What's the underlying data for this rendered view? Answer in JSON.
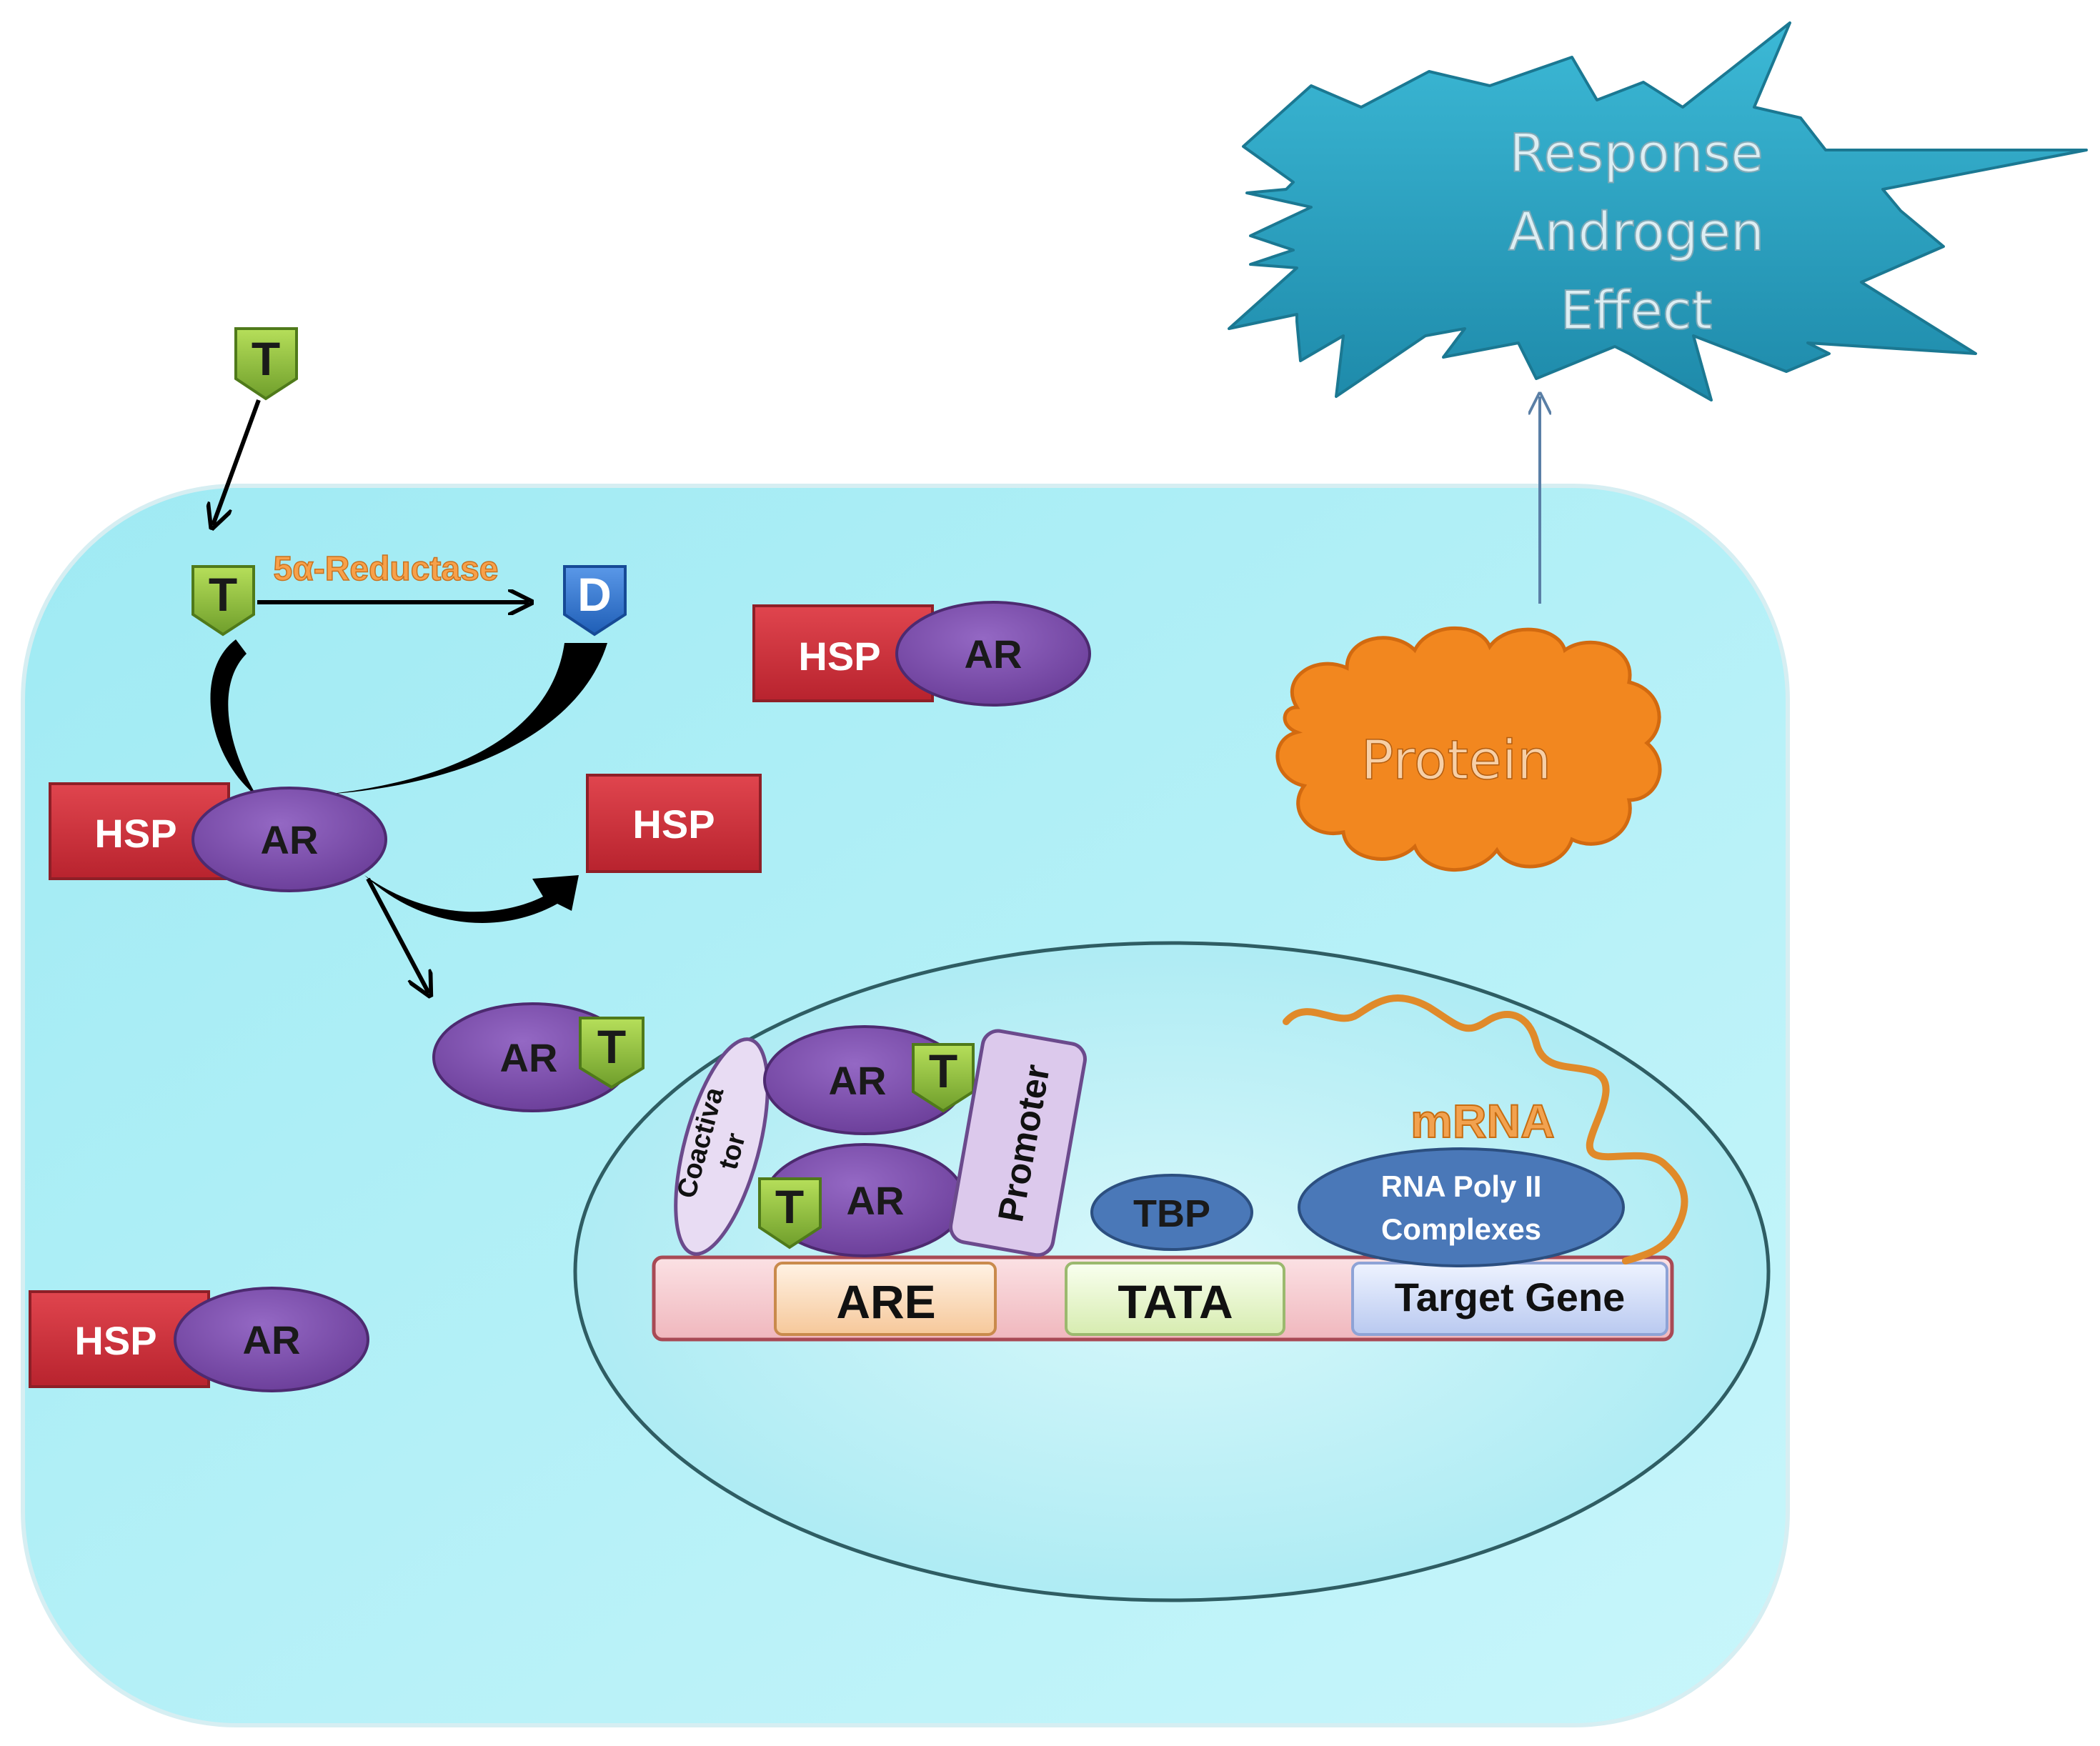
{
  "burst": {
    "line1": "Response",
    "line2": "Androgen",
    "line3": "Effect"
  },
  "enzyme": "5α-Reductase",
  "testosterone": "T",
  "dht": "D",
  "hsp": "HSP",
  "ar": "AR",
  "protein": "Protein",
  "nucleus": {
    "coactivator_line1": "Coactiva",
    "coactivator_line2": "tor",
    "promoter": "Promoter",
    "tbp": "TBP",
    "rna_pol_line1": "RNA Poly II",
    "rna_pol_line2": "Complexes",
    "mrna": "mRNA",
    "dna": {
      "are": "ARE",
      "tata": "TATA",
      "target_gene": "Target Gene"
    }
  },
  "colors": {
    "cell": "#a9eef6",
    "hsp": "#d0313c",
    "ar": "#7a4ca8",
    "testosterone": "#7cb342",
    "dht": "#2a6fcc",
    "protein": "#f38d25",
    "burst": "#2aa6c4",
    "tbp": "#4a78b8",
    "mrna": "#e08a2a"
  }
}
